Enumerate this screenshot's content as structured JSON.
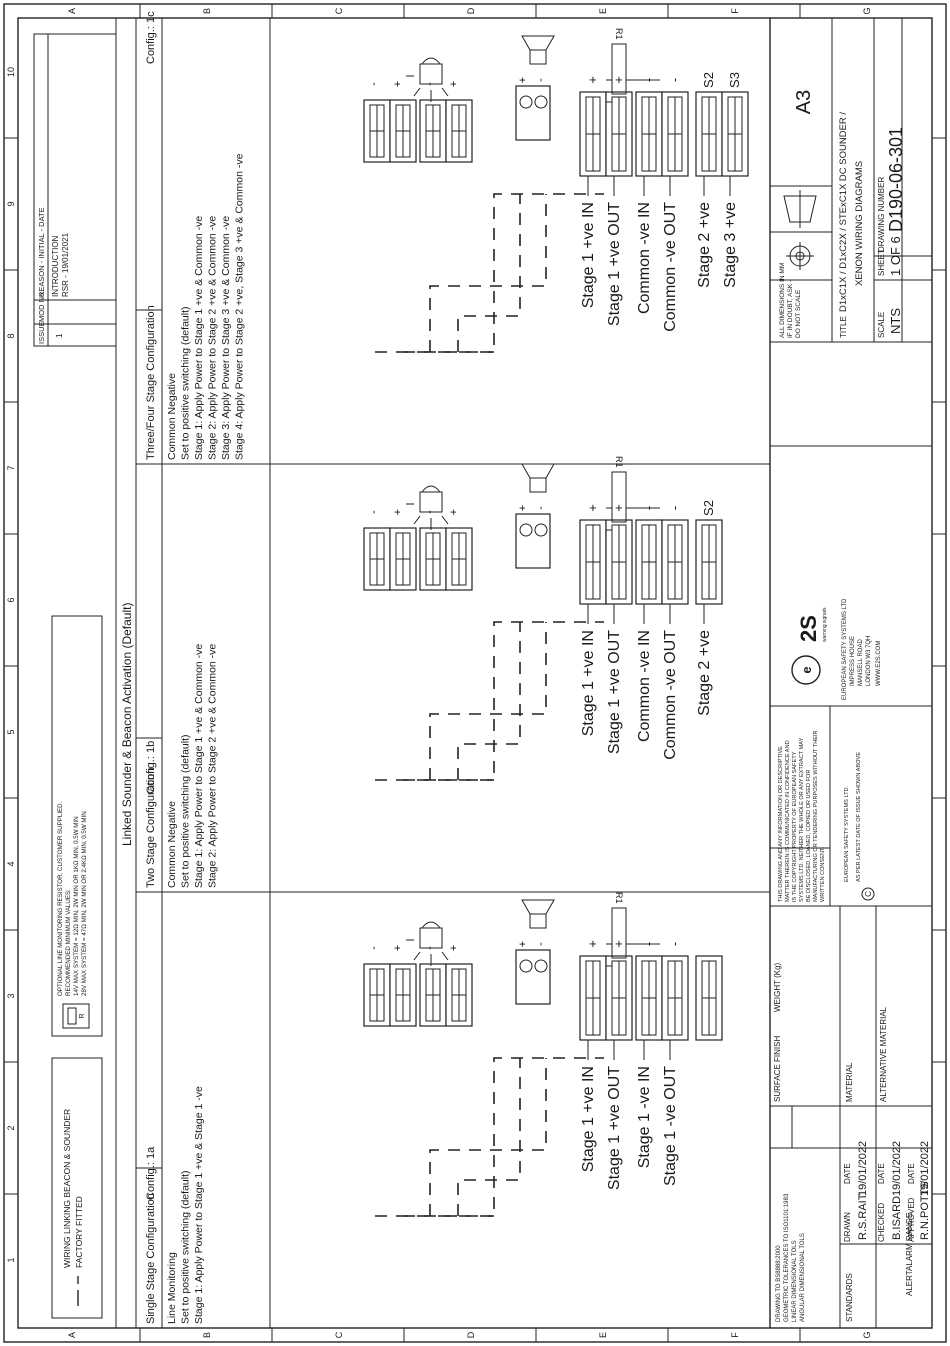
{
  "grid": {
    "columns": [
      "1",
      "2",
      "3",
      "4",
      "5",
      "6",
      "7",
      "8",
      "9",
      "10"
    ],
    "rows": [
      "A",
      "B",
      "C",
      "D",
      "E",
      "F",
      "G"
    ]
  },
  "legend": {
    "dashed_wire_text": "WIRING LINKING BEACON & SOUNDER FACTORY FITTED",
    "resistor_lines": [
      "OPTIONAL LINE MONITORING RESISTOR, CUSTOMER SUPPLIED.",
      "RECOMMENDED MINIMUM VALUES:",
      "14V MAX SYSTEM = 12Ω MIN, 2W MIN OR 1KΩ MIN, 0.5W MIN",
      "28V MAX SYSTEM = 47Ω MIN, 2W MIN OR 2.4KΩ MIN, 0.5W MIN"
    ],
    "resistor_label": "R"
  },
  "revision": {
    "headers": [
      "ISSUE",
      "MOD No.",
      "REASON - INITIAL - DATE"
    ],
    "rows": [
      {
        "issue": "1",
        "mod": "",
        "reason": "INTRODUCTION",
        "initial_date": "RSR - 19/01/2021"
      }
    ]
  },
  "banner": "Linked Sounder & Beacon Activation (Default)",
  "configs": [
    {
      "title": "Single Stage Configuration",
      "tag": "Config.: 1a",
      "lines": [
        "Line Monitoring",
        "Set to positive switching (default)",
        "Stage 1: Apply Power to Stage 1 +ve & Stage 1 -ve"
      ],
      "wires": [
        "Stage 1 +ve IN",
        "Stage 1 +ve OUT",
        "Stage 1 -ve IN",
        "Stage 1 -ve OUT"
      ],
      "extra_wires": [],
      "term_signs": [
        "+",
        "+",
        "-",
        "-"
      ],
      "extra_signs": [],
      "beacon_signs": [
        "-",
        "+",
        "-",
        "+"
      ],
      "sounder_signs": [
        "+",
        "-"
      ],
      "r_label": "R1"
    },
    {
      "title": "Two Stage Configuration",
      "tag": "Config.: 1b",
      "lines": [
        "Common Negative",
        "Set to positive switching (default)",
        "Stage 1: Apply Power to Stage 1 +ve & Common -ve",
        "Stage 2: Apply Power to Stage 2 +ve & Common -ve"
      ],
      "wires": [
        "Stage 1 +ve IN",
        "Stage 1 +ve OUT",
        "Common -ve IN",
        "Common -ve OUT"
      ],
      "extra_wires": [
        "Stage 2 +ve"
      ],
      "term_signs": [
        "+",
        "+",
        "-",
        "-"
      ],
      "extra_signs": [
        "S2"
      ],
      "beacon_signs": [
        "-",
        "+",
        "-",
        "+"
      ],
      "sounder_signs": [
        "+",
        "-"
      ],
      "r_label": "R1"
    },
    {
      "title": "Three/Four Stage Configuration",
      "tag": "Config.: 1c",
      "lines": [
        "Common Negative",
        "Set to positive switching (default)",
        "Stage 1: Apply Power to Stage 1 +ve & Common -ve",
        "Stage 2: Apply Power to Stage 2 +ve & Common -ve",
        "Stage 3: Apply Power to Stage 3 +ve & Common -ve",
        "Stage 4: Apply Power to Stage 2 +ve, Stage 3 +ve &  Common -ve"
      ],
      "wires": [
        "Stage 1 +ve IN",
        "Stage 1 +ve OUT",
        "Common -ve IN",
        "Common -ve OUT"
      ],
      "extra_wires": [
        "Stage 2 +ve",
        "Stage 3 +ve"
      ],
      "term_signs": [
        "+",
        "+",
        "-",
        "-"
      ],
      "extra_signs": [
        "S2",
        "S3"
      ],
      "beacon_signs": [
        "-",
        "+",
        "-",
        "+"
      ],
      "sounder_signs": [
        "+",
        "-"
      ],
      "r_label": "R1"
    }
  ],
  "title_block": {
    "standards_lines": [
      "DRAWING TO BS8888:2000",
      "GEOMETRIC TOLERANCES TO ISO1101:1983",
      "LINEAR DIMENSIONAL TOLS",
      "ANGULAR DIMENSIONAL TOLS"
    ],
    "standards_label": "STANDARDS",
    "range": "ALERTALARM RANGE",
    "drawn_label": "DRAWN",
    "drawn_name": "R.S.RAIT",
    "drawn_date": "19/01/2022",
    "checked_label": "CHECKED",
    "checked_name": "B.ISARD",
    "checked_date": "19/01/2022",
    "approved_label": "APPROVED",
    "approved_name": "R.N.POTTS",
    "approved_date": "19/01/2022",
    "date_label": "DATE",
    "surface_finish": "SURFACE FINISH",
    "weight": "WEIGHT (Kg)",
    "material": "MATERIAL",
    "alt_material": "ALTERNATIVE MATERIAL",
    "confidential_lines": [
      "THIS DRAWING AND ANY INFORMATION OR DESCRIPTIVE",
      "MATTER THEREIN IS COMMUNICATED IN CONFIDENCE AND",
      "IS THE COPYRIGHT PROPERTY OF EUROPEAN SAFETY",
      "SYSTEMS LTD. NEITHER THE WHOLE OR ANY EXTRACT MAY",
      "BE DISCLOSED, LOANED, COPIED OR USED FOR",
      "MANUFACTURING OR TENDERING PURPOSES WITHOUT THEIR",
      "WRITTEN CONSENT."
    ],
    "copyright_lines": [
      "EUROPEAN SAFETY SYSTEMS LTD.",
      "AS PER LATEST DATE OF ISSUE SHOWN ABOVE"
    ],
    "logo_text": "E2S",
    "logo_tagline": "warning signals",
    "company_lines": [
      "EUROPEAN SAFETY SYSTEMS LTD",
      "IMPRESS HOUSE",
      "MANSELL ROAD",
      "LONDON W3 7QH",
      "WWW.E2S.COM"
    ],
    "dimensions_lines": [
      "ALL DIMENSIONS IN MM",
      "IF IN DOUBT, ASK -",
      "DO NOT SCALE"
    ],
    "size": "A3",
    "title_label": "TITLE",
    "title_line1": "D1xC1X / D1xC2X / STExC1X DC SOUNDER /",
    "title_line2": "XENON WIRING DIAGRAMS",
    "scale_label": "SCALE",
    "scale": "NTS",
    "sheet_label": "SHEET",
    "sheet": "1 OF 6",
    "drawing_number_label": "DRAWING NUMBER",
    "drawing_number": "D190-06-301"
  }
}
